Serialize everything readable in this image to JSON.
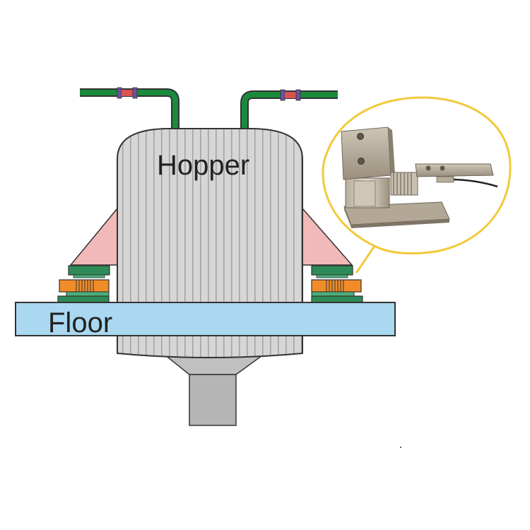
{
  "labels": {
    "hopper": "Hopper",
    "floor": "Floor"
  },
  "icons": {
    "inset_photo": "weigh-module-load-cell-photo"
  },
  "colors": {
    "pipe": "#1a8a3c",
    "pipe_clamp_outer": "#6d4fa1",
    "pipe_clamp_inner": "#d9534f",
    "hopper_body": "#d6d6d6",
    "hopper_stripe": "#a9a9a9",
    "floor": "#a9d8f0",
    "bracket": "#f2b9b9",
    "mount_plate": "#2e8b57",
    "load_cell": "#f28c28",
    "callout_border": "#f2c93a",
    "outline": "#333333"
  }
}
